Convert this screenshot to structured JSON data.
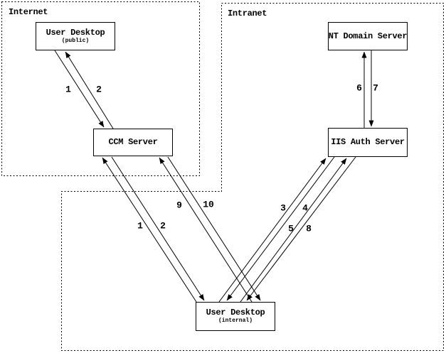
{
  "diagram": {
    "zones": [
      {
        "label": "Internet"
      },
      {
        "label": "Intranet"
      }
    ],
    "nodes": [
      {
        "title": "User Desktop",
        "subtitle": "(public)",
        "zone": "Internet"
      },
      {
        "title": "CCM Server",
        "zone": "Internet"
      },
      {
        "title": "NT Domain Server",
        "zone": "Intranet"
      },
      {
        "title": "IIS Auth Server",
        "zone": "Intranet"
      },
      {
        "title": "User Desktop",
        "subtitle": "(internal)",
        "zone": "Intranet"
      }
    ],
    "edges": [
      {
        "label": "1",
        "from": "User Desktop (public)",
        "to": "CCM Server"
      },
      {
        "label": "2",
        "from": "CCM Server",
        "to": "User Desktop (public)"
      },
      {
        "label": "1",
        "from": "User Desktop (internal)",
        "to": "CCM Server"
      },
      {
        "label": "2",
        "from": "CCM Server",
        "to": "User Desktop (internal)"
      },
      {
        "label": "9",
        "from": "User Desktop (internal)",
        "to": "CCM Server"
      },
      {
        "label": "10",
        "from": "CCM Server",
        "to": "User Desktop (internal)"
      },
      {
        "label": "3",
        "from": "User Desktop (internal)",
        "to": "IIS Auth Server"
      },
      {
        "label": "4",
        "from": "IIS Auth Server",
        "to": "User Desktop (internal)"
      },
      {
        "label": "5",
        "from": "User Desktop (internal)",
        "to": "IIS Auth Server"
      },
      {
        "label": "8",
        "from": "IIS Auth Server",
        "to": "User Desktop (internal)"
      },
      {
        "label": "6",
        "from": "IIS Auth Server",
        "to": "NT Domain Server"
      },
      {
        "label": "7",
        "from": "NT Domain Server",
        "to": "IIS Auth Server"
      }
    ],
    "colors": {
      "line": "#000000",
      "background": "#ffffff"
    }
  }
}
